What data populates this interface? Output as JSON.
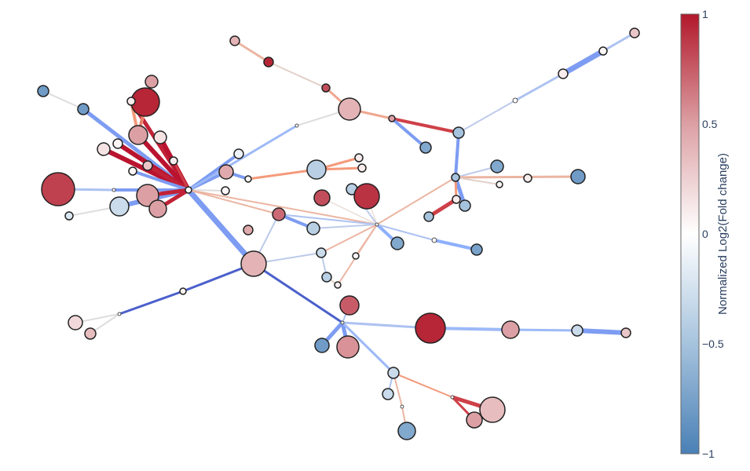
{
  "chart_data": {
    "type": "network",
    "colorbar": {
      "title": "Normalized Log2(Fold change)",
      "range": [
        -1,
        1
      ],
      "ticks": [
        {
          "value": 1,
          "label": "1"
        },
        {
          "value": 0.5,
          "label": "0.5"
        },
        {
          "value": 0,
          "label": "0"
        },
        {
          "value": -0.5,
          "label": "−0.5"
        },
        {
          "value": -1,
          "label": "−1"
        }
      ],
      "colors": {
        "low": "#4a80b6",
        "mid": "#ffffff",
        "high": "#b2182b"
      }
    },
    "node_values": [
      0,
      -0.8,
      -0.8,
      0.95,
      0.5,
      0.1,
      0.5,
      0.15,
      0.05,
      0.15,
      0.3,
      0.05,
      0.1,
      0.85,
      0,
      -0.2,
      -0.3,
      0.5,
      0.5,
      0.05,
      0.45,
      -0.1,
      0.05,
      0,
      0.4,
      0.95,
      0.8,
      0.4,
      0.5,
      -0.5,
      -0.7,
      0,
      0.1,
      0.05,
      0.3,
      -0.4,
      0.1,
      0.1,
      0.8,
      -0.4,
      0.9,
      0.7,
      0.45,
      -0.4,
      0,
      -0.3,
      0.05,
      -0.7,
      0.05,
      -0.75,
      0.4,
      0.05,
      0,
      0.2,
      0.35,
      -0.4,
      0.1,
      0.75,
      0,
      -0.8,
      0.55,
      0.95,
      0.5,
      -0.3,
      0.3,
      -0.3,
      -0.3,
      0,
      -0.7,
      0,
      0.5,
      0.35,
      -0.5,
      0.1,
      -0.5,
      -0.5,
      -0.7,
      0.05,
      0.1,
      -0.8
    ]
  }
}
